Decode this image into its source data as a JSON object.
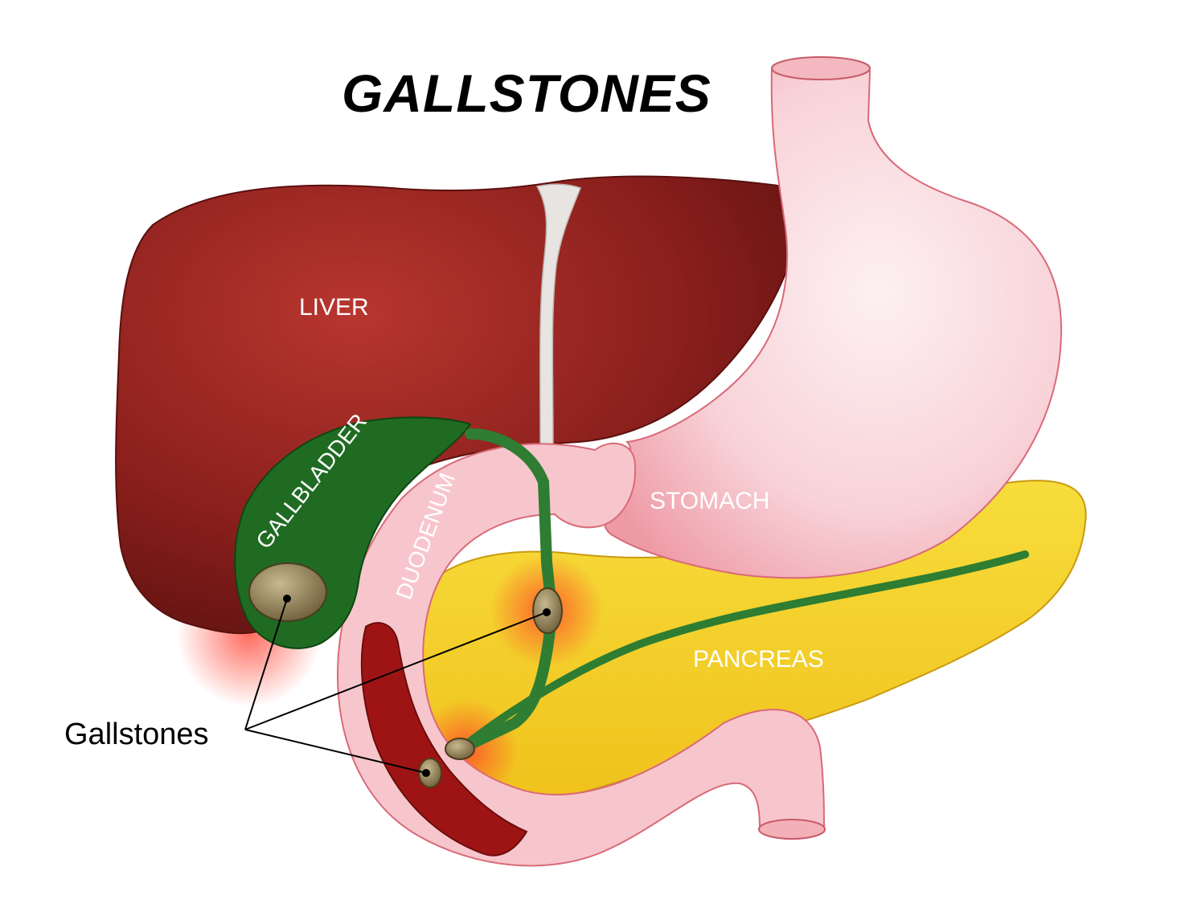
{
  "title": "GALLSTONES",
  "labels": {
    "liver": "LIVER",
    "gallbladder": "GALLBLADDER",
    "duodenum": "DUODENUM",
    "stomach": "STOMACH",
    "pancreas": "PANCREAS",
    "callout": "Gallstones"
  },
  "colors": {
    "liver": "#8a1f1c",
    "gallbladder": "#1f6b22",
    "stomach": "#f6c9cf",
    "pancreas": "#f2cf28",
    "duodenum": "#f4b9c0",
    "bile_duct": "#2e7d32",
    "gallstone": "#8a7a55"
  }
}
